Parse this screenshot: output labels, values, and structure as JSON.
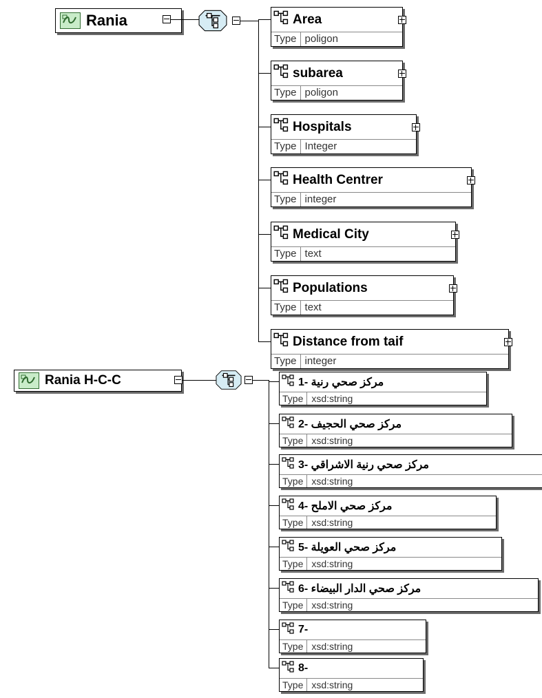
{
  "groups": [
    {
      "root_label": "Rania",
      "root_icon": "complex-element-icon",
      "compositor_icon": "sequence-compositor-icon",
      "children": [
        {
          "label": "Area",
          "type_key": "Type",
          "type_value": "poligon"
        },
        {
          "label": "subarea",
          "type_key": "Type",
          "type_value": "poligon"
        },
        {
          "label": "Hospitals",
          "type_key": "Type",
          "type_value": "Integer"
        },
        {
          "label": "Health Centrer",
          "type_key": "Type",
          "type_value": "integer"
        },
        {
          "label": "Medical City",
          "type_key": "Type",
          "type_value": "text"
        },
        {
          "label": "Populations",
          "type_key": "Type",
          "type_value": "text"
        },
        {
          "label": "Distance from taif",
          "type_key": "Type",
          "type_value": "integer"
        }
      ]
    },
    {
      "root_label": "Rania H-C-C",
      "root_icon": "complex-element-icon",
      "compositor_icon": "sequence-compositor-icon",
      "children": [
        {
          "label": "مركز صحي رنية -1",
          "type_key": "Type",
          "type_value": "xsd:string"
        },
        {
          "label": "مركز صحي الحجيف -2",
          "type_key": "Type",
          "type_value": "xsd:string"
        },
        {
          "label": "مركز صحي رنية الاشراقي -3",
          "type_key": "Type",
          "type_value": "xsd:string"
        },
        {
          "label": "مركز صحي الاملح -4",
          "type_key": "Type",
          "type_value": "xsd:string"
        },
        {
          "label": "مركز صحي العويلة -5",
          "type_key": "Type",
          "type_value": "xsd:string"
        },
        {
          "label": "مركز صحي الدار البيضاء -6",
          "type_key": "Type",
          "type_value": "xsd:string"
        },
        {
          "label": "7-",
          "type_key": "Type",
          "type_value": "xsd:string"
        },
        {
          "label": "8-",
          "type_key": "Type",
          "type_value": "xsd:string"
        }
      ]
    }
  ],
  "colors": {
    "root_icon_fill": "#c9ecc9",
    "root_icon_stroke": "#2f6b2f",
    "compositor_fill": "#d6ecf4",
    "shadow": "#6b6b6b",
    "line": "#000000"
  }
}
